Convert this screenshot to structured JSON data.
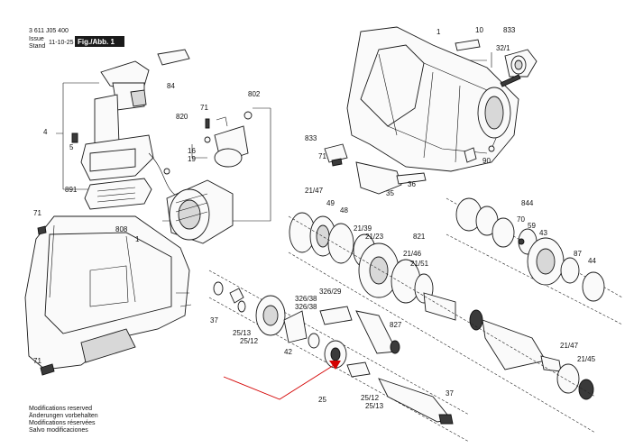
{
  "header": {
    "doc_number": "3 611 J05 400",
    "issue_label": "Issue",
    "stand_label": "Stand",
    "issue_date": "11-10-25",
    "fig_label": "Fig./Abb. 1"
  },
  "footer": {
    "lines": [
      "Modifications reserved",
      "Änderungen vorbehalten",
      "Modifications réservées",
      "Salvo modificaciones"
    ]
  },
  "part_labels": [
    "1",
    "4",
    "5",
    "10",
    "833",
    "32/1",
    "84",
    "71",
    "802",
    "820",
    "16",
    "19",
    "891",
    "808",
    "71",
    "71",
    "833",
    "71",
    "90",
    "35",
    "36",
    "21/47",
    "49",
    "48",
    "21/39",
    "21/23",
    "821",
    "844",
    "70",
    "59",
    "43",
    "87",
    "44",
    "21/46",
    "21/51",
    "326/29",
    "326/38",
    "326/38",
    "827",
    "37",
    "25/13",
    "25/12",
    "42",
    "25",
    "25/12",
    "25/13",
    "37",
    "21/47",
    "21/45",
    "1"
  ],
  "colors": {
    "line": "#111111",
    "highlight": "#d40000"
  }
}
